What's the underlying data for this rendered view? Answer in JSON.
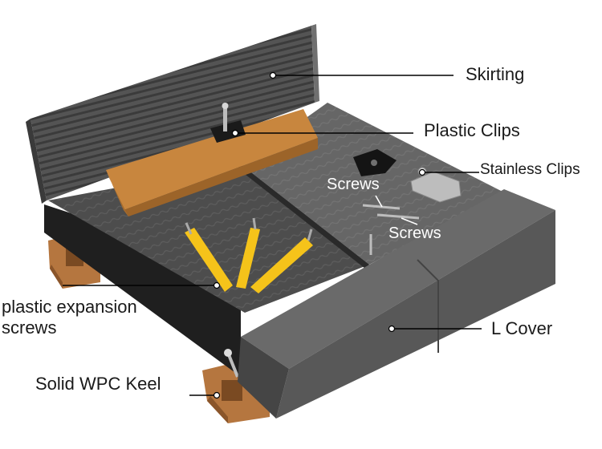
{
  "labels": {
    "skirting": "Skirting",
    "plastic_clips": "Plastic Clips",
    "stainless_clips": "Stainless Clips",
    "screws_top": "Screws",
    "screws_bottom": "Screws",
    "expansion_line1": "plastic expansion",
    "expansion_line2": "screws",
    "l_cover": "L Cover",
    "keel": "Solid WPC Keel"
  },
  "colors": {
    "board_dark": "#4a4a4a",
    "board_light": "#6a6a6a",
    "skirting": "#545454",
    "keel_wood": "#b5763f",
    "plastic_clip": "#c8863e",
    "expansion_screw": "#f5c31a",
    "l_cover": "#585858",
    "leader_line": "#000000"
  }
}
